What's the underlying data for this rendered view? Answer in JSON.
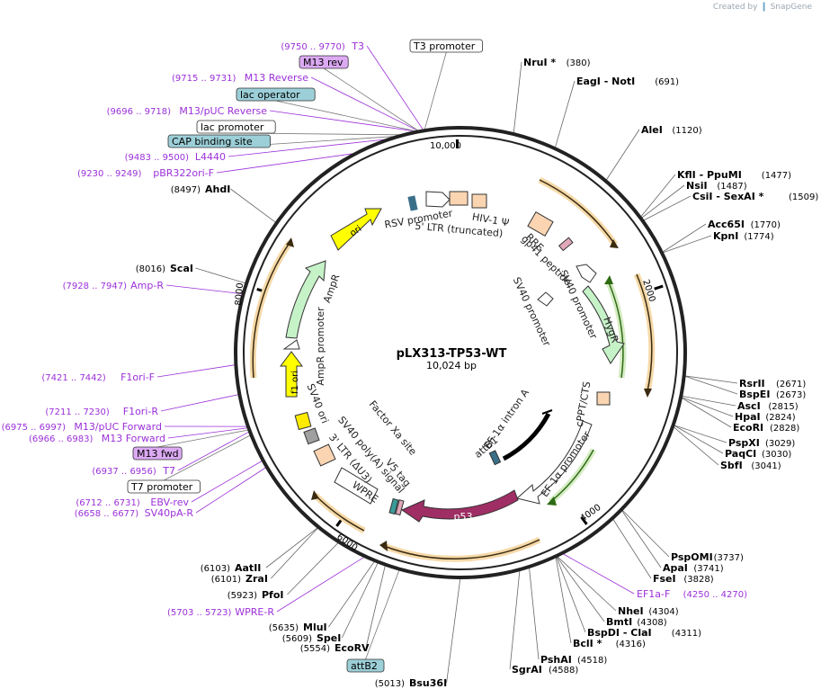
{
  "app": {
    "credit_prefix": "Created by",
    "credit_brand": "SnapGene"
  },
  "plasmid": {
    "name": "pLX313-TP53-WT",
    "length_label": "10,024 bp",
    "length": 10024
  },
  "ruler": [
    {
      "bp": 10000,
      "label": "10,000"
    },
    {
      "bp": 2000,
      "label": "2000"
    },
    {
      "bp": 4000,
      "label": "4000"
    },
    {
      "bp": 6000,
      "label": "6000"
    },
    {
      "bp": 8000,
      "label": "8000"
    }
  ],
  "colors": {
    "primer": "#9b30d9",
    "enzyme": "#000000",
    "backbone": "#222222",
    "orange_arc": "#e9a63c",
    "green_arc": "#6dbb3a"
  },
  "enzymes": [
    {
      "name": "NruI *",
      "pos": "(380)",
      "bp": 380
    },
    {
      "name": "EagI  - NotI",
      "pos": "(691)",
      "bp": 691
    },
    {
      "name": "AleI",
      "pos": "(1120)",
      "bp": 1120
    },
    {
      "name": "KflI  - PpuMI",
      "pos": "(1477)",
      "bp": 1477
    },
    {
      "name": "NsiI",
      "pos": "(1487)",
      "bp": 1487
    },
    {
      "name": "CsiI  - SexAI *",
      "pos": "(1509)",
      "bp": 1509
    },
    {
      "name": "Acc65I",
      "pos": "(1770)",
      "bp": 1770
    },
    {
      "name": "KpnI",
      "pos": "(1774)",
      "bp": 1774
    },
    {
      "name": "RsrII",
      "pos": "(2671)",
      "bp": 2671
    },
    {
      "name": "BspEI",
      "pos": "(2673)",
      "bp": 2673
    },
    {
      "name": "AscI",
      "pos": "(2815)",
      "bp": 2815
    },
    {
      "name": "HpaI",
      "pos": "(2824)",
      "bp": 2824
    },
    {
      "name": "EcoRI",
      "pos": "(2828)",
      "bp": 2828
    },
    {
      "name": "PspXI",
      "pos": "(3029)",
      "bp": 3029
    },
    {
      "name": "PaqCI",
      "pos": "(3030)",
      "bp": 3030
    },
    {
      "name": "SbfI",
      "pos": "(3041)",
      "bp": 3041
    },
    {
      "name": "PspOMI",
      "pos": "(3737)",
      "bp": 3737
    },
    {
      "name": "ApaI",
      "pos": "(3741)",
      "bp": 3741
    },
    {
      "name": "FseI",
      "pos": "(3828)",
      "bp": 3828
    },
    {
      "name": "NheI",
      "pos": "(4304)",
      "bp": 4304
    },
    {
      "name": "BmtI",
      "pos": "(4308)",
      "bp": 4308
    },
    {
      "name": "BspDI  - ClaI",
      "pos": "(4311)",
      "bp": 4311
    },
    {
      "name": "BclI *",
      "pos": "(4316)",
      "bp": 4316
    },
    {
      "name": "PshAI",
      "pos": "(4518)",
      "bp": 4518
    },
    {
      "name": "SgrAI",
      "pos": "(4588)",
      "bp": 4588
    },
    {
      "name": "Bsu36I",
      "pos": "(5013)",
      "bp": 5013
    },
    {
      "name": "EcoRV",
      "pos": "(5554)",
      "bp": 5554
    },
    {
      "name": "SpeI",
      "pos": "(5609)",
      "bp": 5609
    },
    {
      "name": "MluI",
      "pos": "(5635)",
      "bp": 5635
    },
    {
      "name": "PfoI",
      "pos": "(5923)",
      "bp": 5923
    },
    {
      "name": "ZraI",
      "pos": "(6101)",
      "bp": 6101
    },
    {
      "name": "AatII",
      "pos": "(6103)",
      "bp": 6103
    },
    {
      "name": "ScaI",
      "pos": "(8016)",
      "bp": 8016
    },
    {
      "name": "AhdI",
      "pos": "(8497)",
      "bp": 8497
    }
  ],
  "primers": [
    {
      "name": "T3",
      "pos": "(9750 .. 9770)",
      "bp": 9760
    },
    {
      "name": "M13 Reverse",
      "pos": "(9715 .. 9731)",
      "bp": 9723
    },
    {
      "name": "M13/pUC Reverse",
      "pos": "(9696 .. 9718)",
      "bp": 9707
    },
    {
      "name": "L4440",
      "pos": "(9483 .. 9500)",
      "bp": 9491
    },
    {
      "name": "pBR322ori-F",
      "pos": "(9230 .. 9249)",
      "bp": 9240
    },
    {
      "name": "Amp-R",
      "pos": "(7928 .. 7947)",
      "bp": 7938
    },
    {
      "name": "F1ori-F",
      "pos": "(7421 .. 7442)",
      "bp": 7431
    },
    {
      "name": "F1ori-R",
      "pos": "(7211 .. 7230)",
      "bp": 7220
    },
    {
      "name": "M13/pUC Forward",
      "pos": "(6975 .. 6997)",
      "bp": 6986
    },
    {
      "name": "M13 Forward",
      "pos": "(6966 .. 6983)",
      "bp": 6975
    },
    {
      "name": "T7",
      "pos": "(6937 .. 6956)",
      "bp": 6946
    },
    {
      "name": "EBV-rev",
      "pos": "(6712 .. 6731)",
      "bp": 6721
    },
    {
      "name": "SV40pA-R",
      "pos": "(6658 .. 6677)",
      "bp": 6667
    },
    {
      "name": "WPRE-R",
      "pos": "(5703 .. 5723)",
      "bp": 5713
    },
    {
      "name": "EF1a-F",
      "pos": "(4250 .. 4270)",
      "bp": 4260
    }
  ],
  "boxed_labels": [
    {
      "name": "T3 promoter",
      "style": "white"
    },
    {
      "name": "M13 rev",
      "style": "purple"
    },
    {
      "name": "lac operator",
      "style": "blue"
    },
    {
      "name": "lac promoter",
      "style": "white"
    },
    {
      "name": "CAP binding site",
      "style": "blue"
    },
    {
      "name": "M13 fwd",
      "style": "purple"
    },
    {
      "name": "T7 promoter",
      "style": "white"
    },
    {
      "name": "attB2",
      "style": "blue"
    }
  ],
  "features": [
    {
      "name": "RSV promoter"
    },
    {
      "name": "HIV-1 Ψ"
    },
    {
      "name": "5' LTR (truncated)"
    },
    {
      "name": "RRE"
    },
    {
      "name": "gp41 peptide"
    },
    {
      "name": "SV40 promoter"
    },
    {
      "name": "SV40 promoter"
    },
    {
      "name": "HygR"
    },
    {
      "name": "cPPT/CTS"
    },
    {
      "name": "EF-1α intron A"
    },
    {
      "name": "attB1"
    },
    {
      "name": "EF-1α promoter"
    },
    {
      "name": "p53"
    },
    {
      "name": "Factor Xa site"
    },
    {
      "name": "SV40 poly(A) signal"
    },
    {
      "name": "V5 tag"
    },
    {
      "name": "3' LTR (ΔU3)"
    },
    {
      "name": "WPRE"
    },
    {
      "name": "SV40 ori"
    },
    {
      "name": "f1 ori"
    },
    {
      "name": "AmpR promoter"
    },
    {
      "name": "AmpR"
    },
    {
      "name": "ori"
    }
  ]
}
